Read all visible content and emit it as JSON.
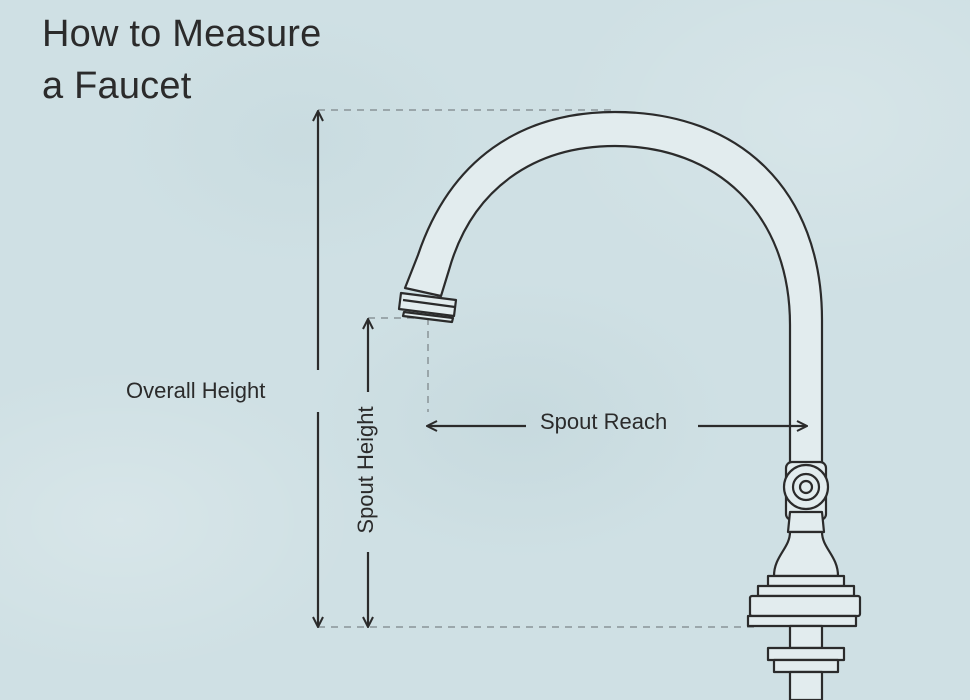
{
  "title_line1": "How to Measure",
  "title_line2": "a Faucet",
  "labels": {
    "overall_height": "Overall Height",
    "spout_height": "Spout Height",
    "spout_reach": "Spout Reach"
  },
  "colors": {
    "background": "#cfe0e4",
    "line": "#2b2b2b",
    "faucet_fill": "#e2ecee",
    "dashed": "#8a9498"
  }
}
